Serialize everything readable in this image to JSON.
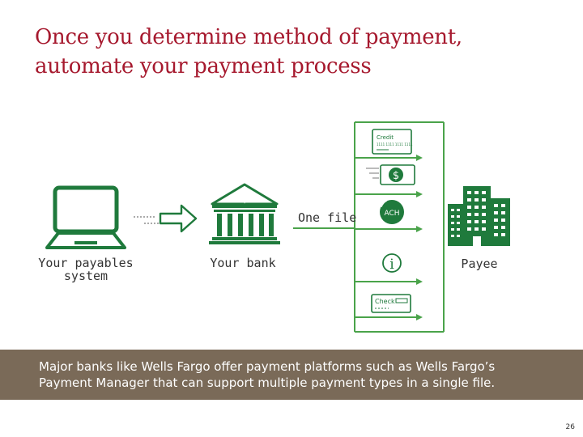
{
  "title": {
    "line1": "Once you determine method of payment,",
    "line2": "automate your payment process"
  },
  "labels": {
    "payables_line1": "Your payables",
    "payables_line2": "system",
    "bank": "Your bank",
    "one_file": "One file",
    "payee": "Payee"
  },
  "payment_types": {
    "credit_title": "Credit",
    "credit_number": "1111 1111 1111 1111",
    "dollar_symbol": "$",
    "ach": "ACH",
    "info_symbol": "i",
    "check_title": "Check"
  },
  "bank_symbol": "$",
  "banner": {
    "text_line1": "Major banks like Wells Fargo offer payment platforms such as Wells Fargo’s",
    "text_line2": "Payment Manager that can support multiple payment types in a single file."
  },
  "page_number": "26",
  "colors": {
    "title": "#a6192e",
    "icon_green": "#1f7a3c",
    "arrow_green": "#4aa34a",
    "banner_bg": "#7a6a58",
    "banner_text": "#ffffff"
  }
}
